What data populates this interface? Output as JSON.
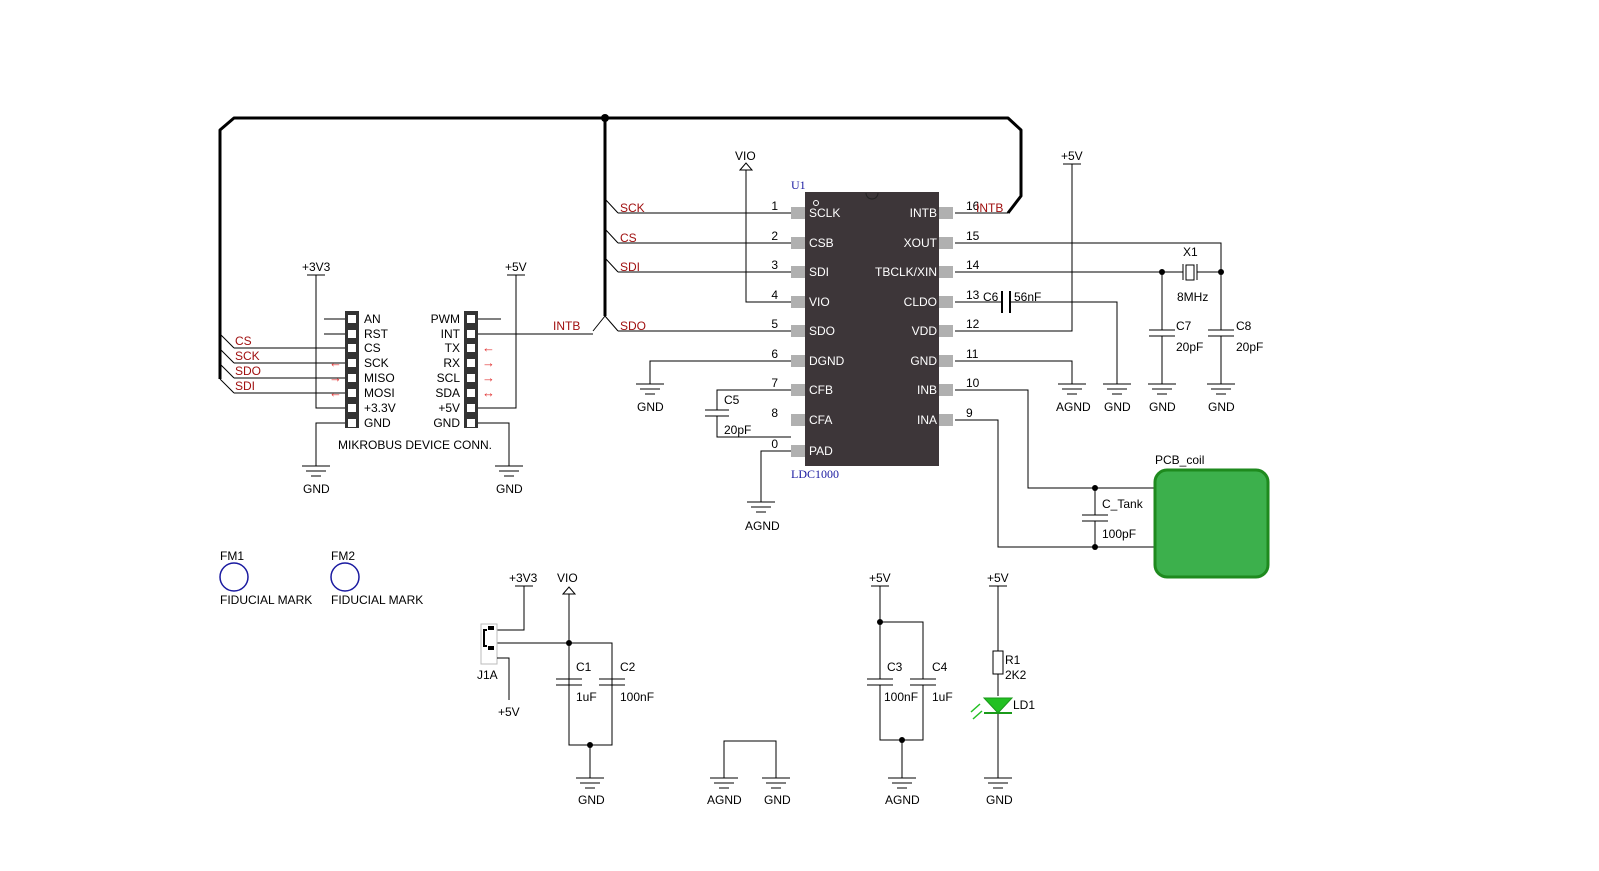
{
  "colors": {
    "wire": "#000000",
    "net_label": "#a01010",
    "ic_body": "#3d3639",
    "ic_pin": "#b0b0b0",
    "coil_fill": "#3cb04c",
    "coil_stroke": "#1e8a1e",
    "led": "#22c022",
    "fiducial": "#1a1aa0",
    "ref_text": "#1a1aa0"
  },
  "ic": {
    "ref": "U1",
    "part": "LDC1000",
    "left_pins": [
      {
        "num": "1",
        "name": "SCLK"
      },
      {
        "num": "2",
        "name": "CSB"
      },
      {
        "num": "3",
        "name": "SDI"
      },
      {
        "num": "4",
        "name": "VIO"
      },
      {
        "num": "5",
        "name": "SDO"
      },
      {
        "num": "6",
        "name": "DGND"
      },
      {
        "num": "7",
        "name": "CFB"
      },
      {
        "num": "8",
        "name": "CFA"
      },
      {
        "num": "0",
        "name": "PAD"
      }
    ],
    "right_pins": [
      {
        "num": "16",
        "name": "INTB"
      },
      {
        "num": "15",
        "name": "XOUT"
      },
      {
        "num": "14",
        "name": "TBCLK/XIN"
      },
      {
        "num": "13",
        "name": "CLDO"
      },
      {
        "num": "12",
        "name": "VDD"
      },
      {
        "num": "11",
        "name": "GND"
      },
      {
        "num": "10",
        "name": "INB"
      },
      {
        "num": "9",
        "name": "INA"
      }
    ]
  },
  "ic_nets": {
    "sck": "SCK",
    "cs": "CS",
    "sdi": "SDI",
    "sdo": "SDO",
    "intb": "INTB"
  },
  "mikrobus": {
    "title": "MIKROBUS DEVICE CONN.",
    "power_left": "+3V3",
    "power_right": "+5V",
    "left_pins": [
      "AN",
      "RST",
      "CS",
      "SCK",
      "MISO",
      "MOSI",
      "+3.3V",
      "GND"
    ],
    "right_pins": [
      "PWM",
      "INT",
      "TX",
      "RX",
      "SCL",
      "SDA",
      "+5V",
      "GND"
    ],
    "left_nets": [
      "CS",
      "SCK",
      "SDO",
      "SDI"
    ],
    "int_net": "INTB",
    "left_arrows": [
      "←",
      "→",
      "←"
    ],
    "right_arrows": [
      "←",
      "→",
      "→",
      "↔"
    ]
  },
  "power": {
    "vio": "VIO",
    "p5v": "+5V",
    "p3v3": "+3V3",
    "gnd": "GND",
    "agnd": "AGND"
  },
  "parts": {
    "c5": {
      "ref": "C5",
      "value": "20pF"
    },
    "c6": {
      "ref": "C6",
      "value": "56nF"
    },
    "x1": {
      "ref": "X1",
      "value": "8MHz"
    },
    "c7": {
      "ref": "C7",
      "value": "20pF"
    },
    "c8": {
      "ref": "C8",
      "value": "20pF"
    },
    "ctank": {
      "ref": "C_Tank",
      "value": "100pF"
    },
    "coil": {
      "ref": "PCB_coil"
    },
    "c1": {
      "ref": "C1",
      "value": "1uF"
    },
    "c2": {
      "ref": "C2",
      "value": "100nF"
    },
    "c3": {
      "ref": "C3",
      "value": "100nF"
    },
    "c4": {
      "ref": "C4",
      "value": "1uF"
    },
    "r1": {
      "ref": "R1",
      "value": "2K2"
    },
    "ld1": {
      "ref": "LD1"
    },
    "j1a": {
      "ref": "J1A"
    }
  },
  "fiducials": [
    {
      "ref": "FM1",
      "label": "FIDUCIAL MARK"
    },
    {
      "ref": "FM2",
      "label": "FIDUCIAL MARK"
    }
  ]
}
